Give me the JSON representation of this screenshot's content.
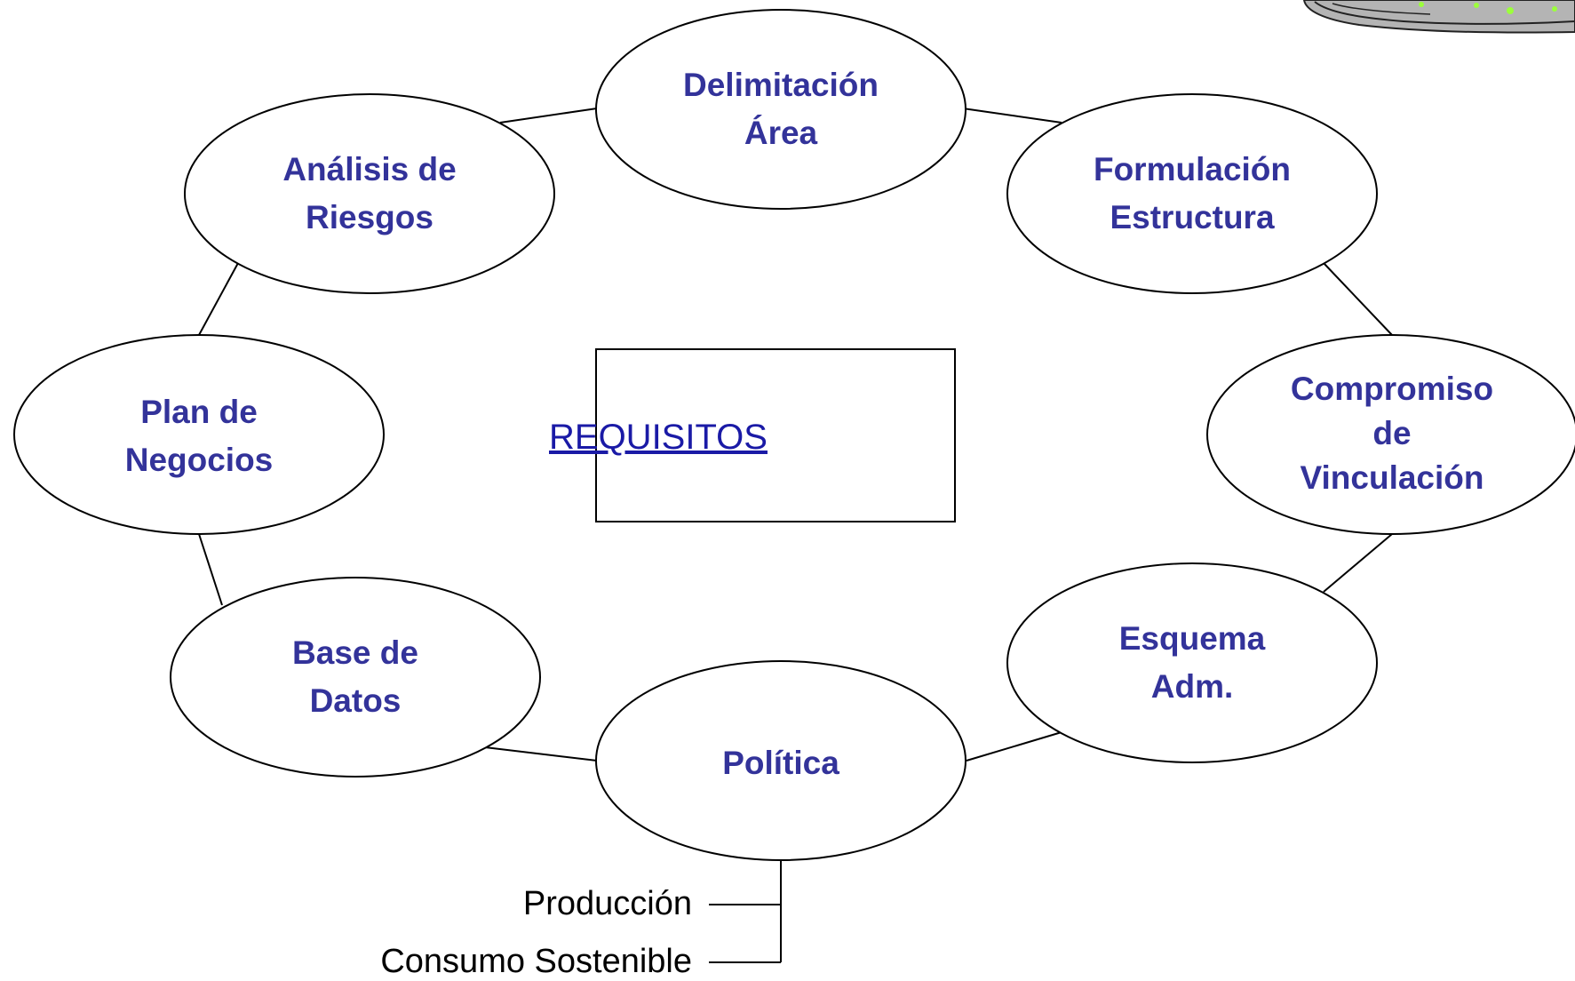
{
  "center": {
    "label": "REQUISITOS"
  },
  "nodes": [
    {
      "id": "delimitacion",
      "lines": [
        "Delimitación",
        "Área"
      ]
    },
    {
      "id": "formulacion",
      "lines": [
        "Formulación",
        "Estructura"
      ]
    },
    {
      "id": "compromiso",
      "lines": [
        "Compromiso",
        "de",
        "Vinculación"
      ]
    },
    {
      "id": "esquema",
      "lines": [
        "Esquema",
        "Adm."
      ]
    },
    {
      "id": "politica",
      "lines": [
        "Política"
      ]
    },
    {
      "id": "base-datos",
      "lines": [
        "Base de",
        "Datos"
      ]
    },
    {
      "id": "plan-negocios",
      "lines": [
        "Plan de",
        "Negocios"
      ]
    },
    {
      "id": "analisis-riesgos",
      "lines": [
        "Análisis de",
        "Riesgos"
      ]
    }
  ],
  "politica_branches": [
    "Producción",
    "Consumo Sostenible"
  ],
  "colors": {
    "node_text": "#33339a",
    "link": "#1a1aa6",
    "stroke": "#000000"
  }
}
